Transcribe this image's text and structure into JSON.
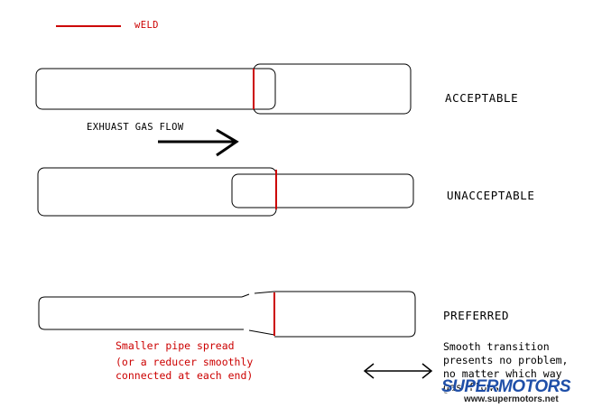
{
  "legend": {
    "label": "wELD",
    "color": "#cc0000"
  },
  "flow_label": "EXHUAST GAS FLOW",
  "rows": [
    {
      "id": "acceptable",
      "label": "ACCEPTABLE"
    },
    {
      "id": "unacceptable",
      "label": "UNACCEPTABLE"
    },
    {
      "id": "preferred",
      "label": "PREFERRED"
    }
  ],
  "notes": {
    "spread_line1": "Smaller pipe spread",
    "spread_line2": "(or a reducer smoothly",
    "spread_line3": "connected at each end)",
    "transition_line1": "Smooth transition",
    "transition_line2": "presents no problem,",
    "transition_line3": "no matter which way",
    "transition_line4": "gas flows"
  },
  "watermark": {
    "logo": "SUPERMOTORS",
    "url": "www.supermotors.net"
  },
  "colors": {
    "weld": "#cc0000",
    "outline": "#000000",
    "logo_blue": "#1f4fa8",
    "logo_red": "#d81e1e"
  }
}
